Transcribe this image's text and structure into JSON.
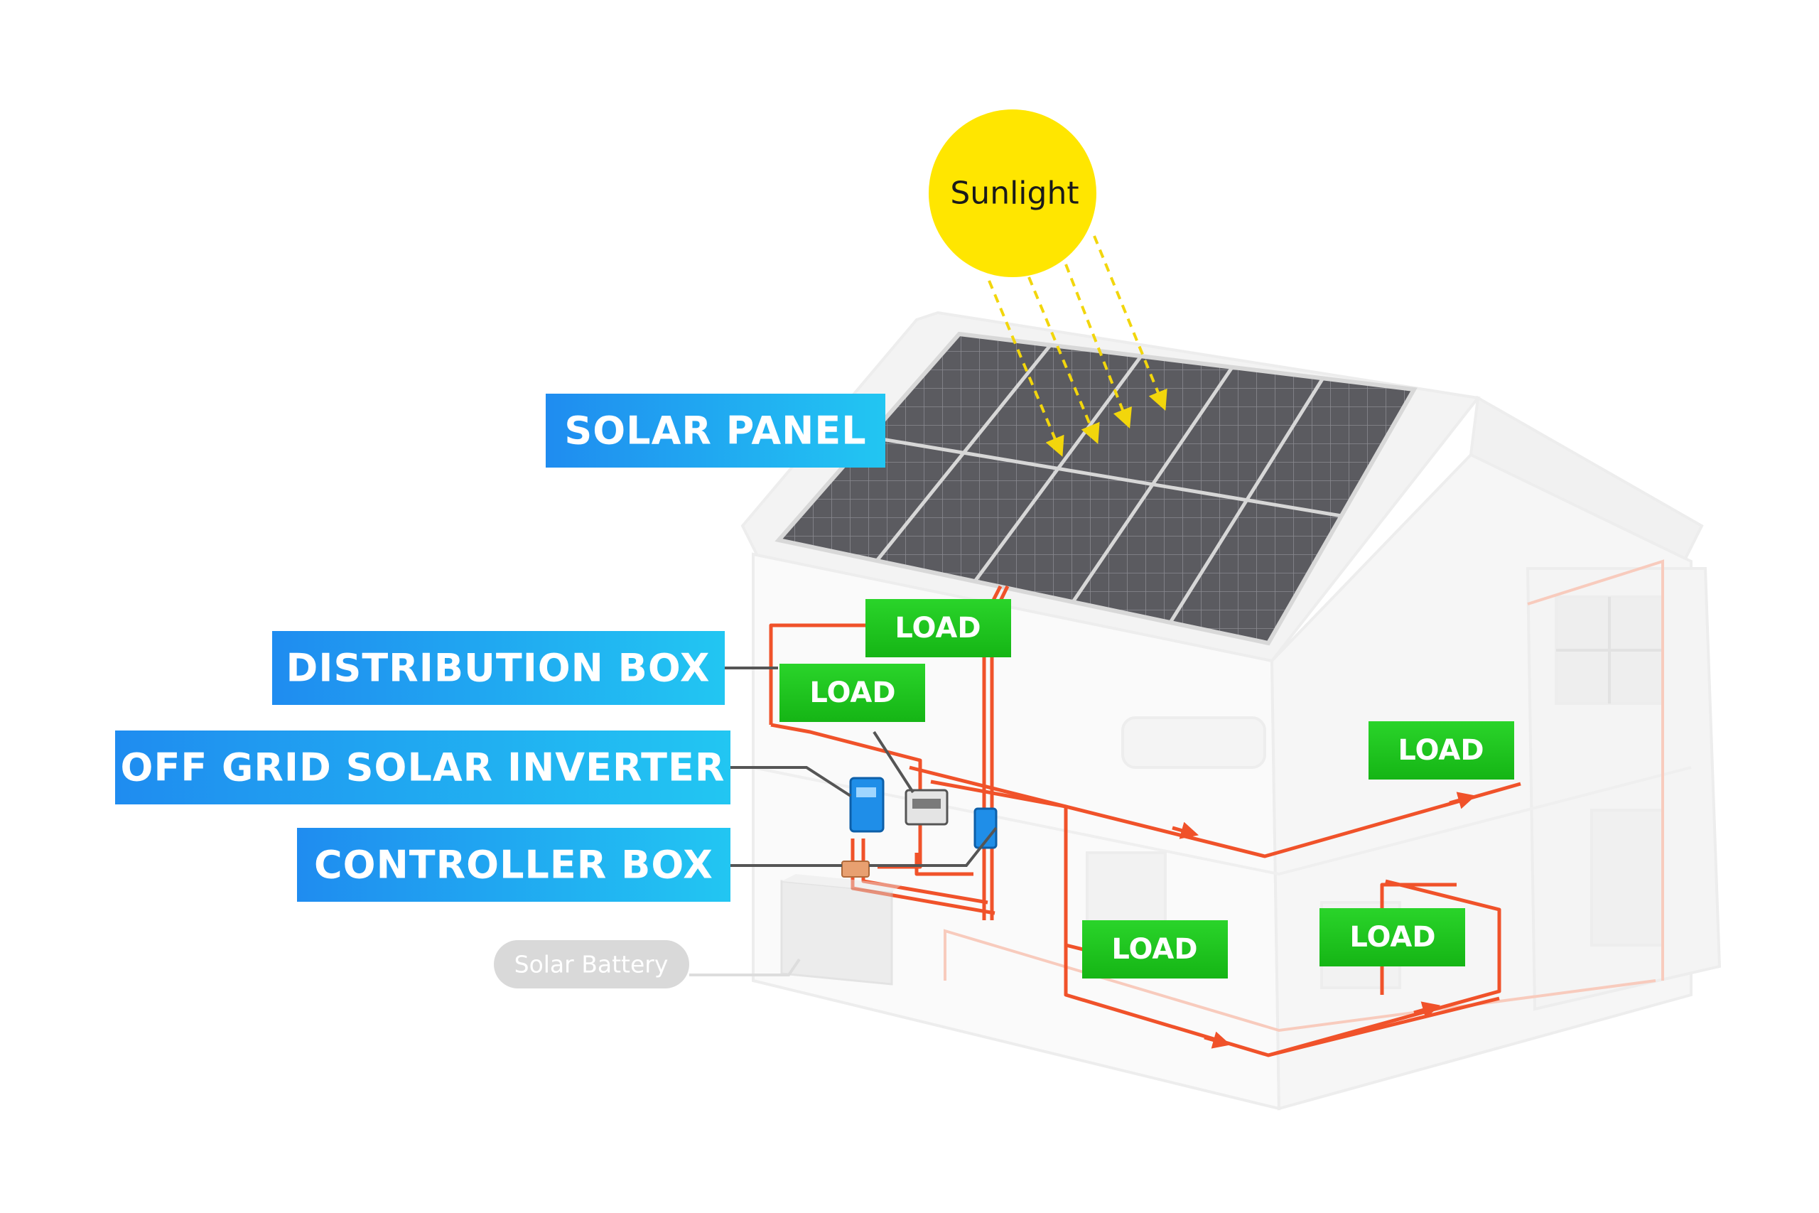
{
  "sun": {
    "label": "Sunlight"
  },
  "labels": {
    "solar_panel": "SOLAR PANEL",
    "distribution_box": "DISTRIBUTION BOX",
    "off_grid_inverter": "OFF GRID SOLAR INVERTER",
    "controller_box": "CONTROLLER BOX",
    "solar_battery": "Solar Battery"
  },
  "loads": [
    "LOAD",
    "LOAD",
    "LOAD",
    "LOAD",
    "LOAD"
  ],
  "colors": {
    "sun": "#ffe600",
    "ray": "#f2d60c",
    "label_blue_start": "#1f8cf0",
    "label_blue_end": "#22c6f2",
    "load_green": "#1dc41d",
    "wire": "#f0522a",
    "panel": "#5a5a5e",
    "battery_pill": "#d9d9d9"
  }
}
